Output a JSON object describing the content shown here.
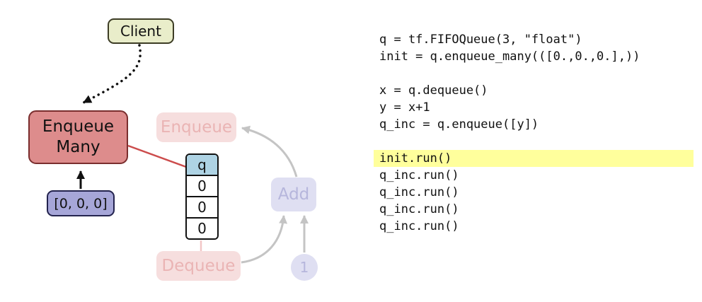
{
  "diagram": {
    "client": {
      "label": "Client"
    },
    "enqueue_many": {
      "label": "Enqueue\nMany"
    },
    "input_tensor": {
      "label": "[0, 0, 0]"
    },
    "queue": {
      "header": "q",
      "cells": [
        "0",
        "0",
        "0"
      ]
    },
    "faded": {
      "enqueue_label": "Enqueue",
      "add_label": "Add",
      "dequeue_label": "Dequeue",
      "one_label": "1"
    },
    "colors": {
      "client_fill": "#e9edca",
      "client_border": "#3d3d25",
      "enqueue_many_fill": "#dd8c8c",
      "enqueue_many_border": "#7a2e2e",
      "input_fill": "#a6a6d8",
      "input_border": "#23234e",
      "queue_header_fill": "#aed3e4",
      "red_edge": "#cc4c4c",
      "faded_pink_fill": "#f6dede",
      "faded_pink_text": "#eab4b4",
      "faded_lavender_fill": "#dfdff2",
      "faded_lavender_text": "#b6b6dc",
      "faded_edge": "#c4c4c4",
      "faded_red_edge": "#f2c6c6",
      "code_highlight": "#ffff9c"
    }
  },
  "code": {
    "lines": [
      "q = tf.FIFOQueue(3, \"float\")",
      "init = q.enqueue_many(([0.,0.,0.],))",
      "",
      "x = q.dequeue()",
      "y = x+1",
      "q_inc = q.enqueue([y])",
      "",
      "init.run()",
      "q_inc.run()",
      "q_inc.run()",
      "q_inc.run()",
      "q_inc.run()"
    ],
    "highlight_index": 7
  }
}
